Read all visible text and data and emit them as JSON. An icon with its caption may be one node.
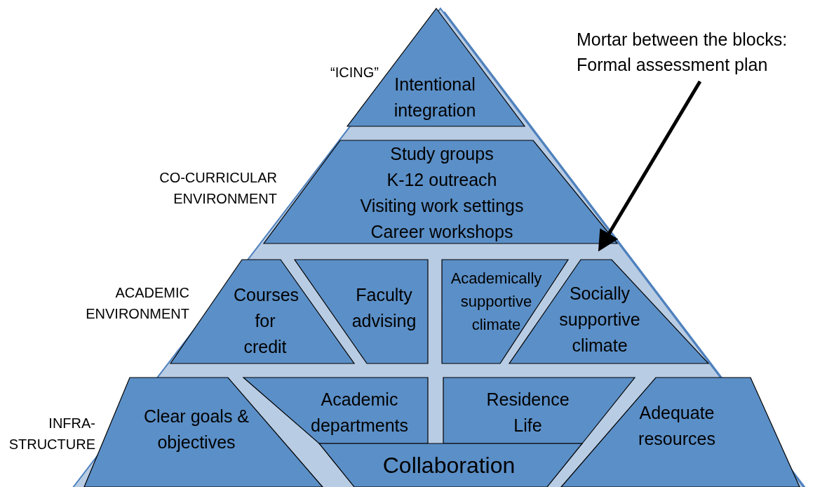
{
  "diagram": {
    "nodes": [
      {
        "text": [],
        "shape": "triangle"
      },
      {
        "text": [
          "Intentional integration"
        ],
        "in": 0
      },
      {
        "text": [
          "Study groups",
          "K-12 outreach",
          "Visiting work settings",
          "Career workshops"
        ],
        "in": 0
      },
      {
        "text": [
          "Courses for credit"
        ],
        "in": 0
      },
      {
        "text": [
          "Faculty advising"
        ],
        "in": 0
      },
      {
        "text": [
          "Academically supportive climate"
        ],
        "in": 0
      },
      {
        "text": [
          "Socially supportive climate"
        ],
        "in": 0
      },
      {
        "text": [
          "Clear goals & objectives"
        ],
        "in": 0
      },
      {
        "text": [
          "Academic departments"
        ],
        "in": 0
      },
      {
        "text": [
          "Residence Life"
        ],
        "in": 0
      },
      {
        "text": [
          "Adequate resources"
        ],
        "in": 0
      },
      {
        "text": [
          "Collaboration"
        ],
        "in": 0
      },
      {
        "text": [
          "Mortar between the blocks: Formal assessment plan"
        ]
      }
    ],
    "edges": [
      {
        "from": 12,
        "to": 0,
        "arrow": "to"
      }
    ],
    "labels": [
      "“ICING”",
      "CO-CURRICULAR ENVIRONMENT",
      "ACADEMIC ENVIRONMENT",
      "INFRA- STRUCTURE"
    ]
  }
}
